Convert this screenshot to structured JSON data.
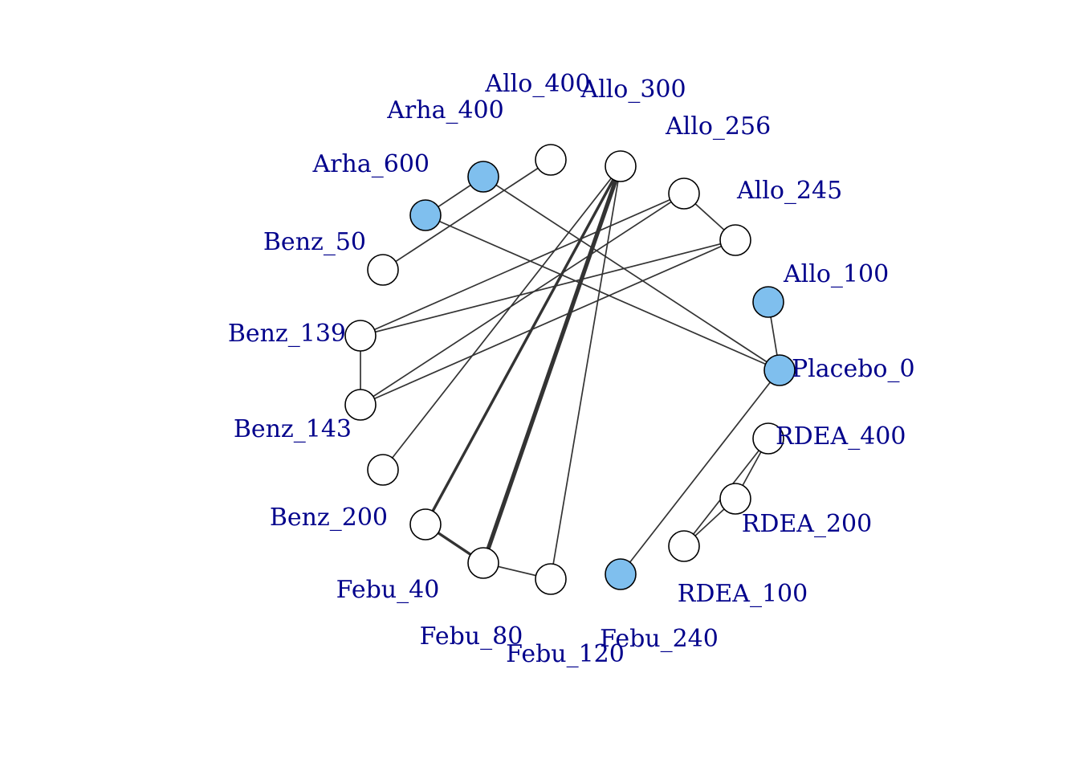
{
  "colors": {
    "label": "#00008b",
    "edge": "#333333",
    "node_plain": "#ffffff",
    "node_highlight": "#7fbfee",
    "node_border": "#000000"
  },
  "nodes": [
    {
      "id": "Placebo_0",
      "label": "Placebo_0",
      "highlight": true
    },
    {
      "id": "Allo_100",
      "label": "Allo_100",
      "highlight": true
    },
    {
      "id": "Allo_245",
      "label": "Allo_245",
      "highlight": false
    },
    {
      "id": "Allo_256",
      "label": "Allo_256",
      "highlight": false
    },
    {
      "id": "Allo_300",
      "label": "Allo_300",
      "highlight": false
    },
    {
      "id": "Allo_400",
      "label": "Allo_400",
      "highlight": false
    },
    {
      "id": "Arha_400",
      "label": "Arha_400",
      "highlight": true
    },
    {
      "id": "Arha_600",
      "label": "Arha_600",
      "highlight": true
    },
    {
      "id": "Benz_50",
      "label": "Benz_50",
      "highlight": false
    },
    {
      "id": "Benz_139",
      "label": "Benz_139",
      "highlight": false
    },
    {
      "id": "Benz_143",
      "label": "Benz_143",
      "highlight": false
    },
    {
      "id": "Benz_200",
      "label": "Benz_200",
      "highlight": false
    },
    {
      "id": "Febu_40",
      "label": "Febu_40",
      "highlight": false
    },
    {
      "id": "Febu_80",
      "label": "Febu_80",
      "highlight": false
    },
    {
      "id": "Febu_120",
      "label": "Febu_120",
      "highlight": false
    },
    {
      "id": "Febu_240",
      "label": "Febu_240",
      "highlight": true
    },
    {
      "id": "RDEA_100",
      "label": "RDEA_100",
      "highlight": false
    },
    {
      "id": "RDEA_200",
      "label": "RDEA_200",
      "highlight": false
    },
    {
      "id": "RDEA_400",
      "label": "RDEA_400",
      "highlight": false
    }
  ],
  "edges": [
    {
      "source": "Allo_100",
      "target": "Placebo_0",
      "weight": 1
    },
    {
      "source": "Arha_400",
      "target": "Placebo_0",
      "weight": 1
    },
    {
      "source": "Arha_600",
      "target": "Placebo_0",
      "weight": 1
    },
    {
      "source": "Febu_240",
      "target": "Placebo_0",
      "weight": 1
    },
    {
      "source": "Arha_400",
      "target": "Arha_600",
      "weight": 1
    },
    {
      "source": "Allo_400",
      "target": "Benz_50",
      "weight": 1
    },
    {
      "source": "Allo_256",
      "target": "Allo_245",
      "weight": 1
    },
    {
      "source": "Allo_256",
      "target": "Benz_139",
      "weight": 1
    },
    {
      "source": "Allo_256",
      "target": "Benz_143",
      "weight": 1
    },
    {
      "source": "Allo_245",
      "target": "Benz_139",
      "weight": 1
    },
    {
      "source": "Allo_245",
      "target": "Benz_143",
      "weight": 1
    },
    {
      "source": "Benz_139",
      "target": "Benz_143",
      "weight": 1
    },
    {
      "source": "Allo_300",
      "target": "Benz_200",
      "weight": 1
    },
    {
      "source": "Allo_300",
      "target": "Febu_40",
      "weight": 2
    },
    {
      "source": "Allo_300",
      "target": "Febu_80",
      "weight": 3
    },
    {
      "source": "Allo_300",
      "target": "Febu_120",
      "weight": 1
    },
    {
      "source": "Febu_40",
      "target": "Febu_80",
      "weight": 2
    },
    {
      "source": "Febu_80",
      "target": "Febu_120",
      "weight": 1
    },
    {
      "source": "RDEA_400",
      "target": "RDEA_200",
      "weight": 1
    },
    {
      "source": "RDEA_400",
      "target": "RDEA_100",
      "weight": 1
    },
    {
      "source": "RDEA_200",
      "target": "RDEA_100",
      "weight": 1
    }
  ]
}
